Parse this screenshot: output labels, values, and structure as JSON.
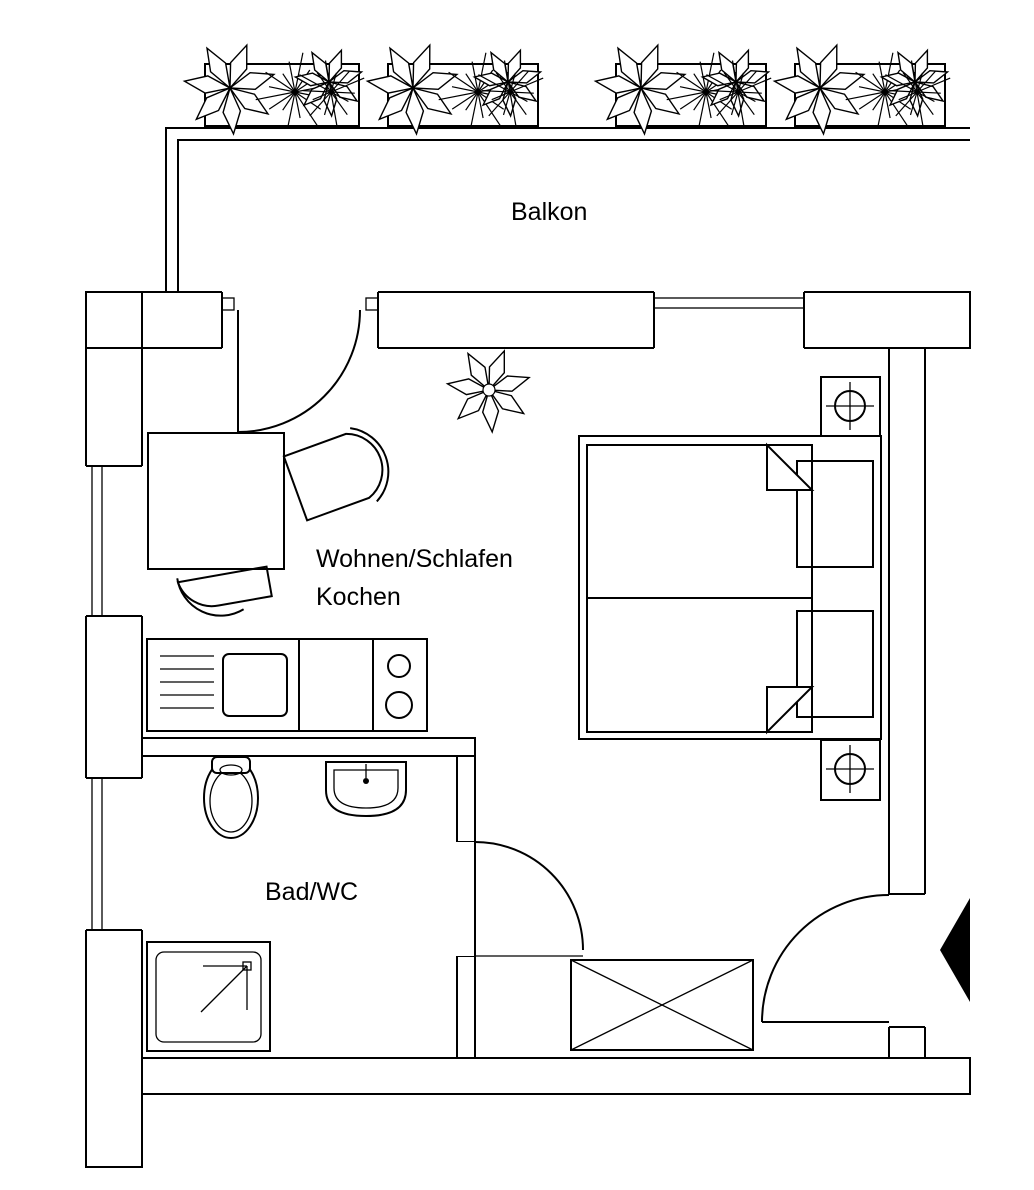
{
  "rooms": {
    "balcony": "Balkon",
    "living_line1": "Wohnen/Schlafen",
    "living_line2": "Kochen",
    "bath": "Bad/WC"
  },
  "colors": {
    "line": "#000000",
    "background": "#ffffff"
  },
  "icons": {
    "planter": "planter-icon",
    "plant": "potted-plant-icon",
    "bed": "double-bed-icon",
    "lamp": "bedside-lamp-icon",
    "table": "table-icon",
    "chair": "chair-icon",
    "kitchen": "kitchenette-icon",
    "toilet": "toilet-icon",
    "sink": "washbasin-icon",
    "shower": "shower-tray-icon",
    "wardrobe": "wardrobe-icon",
    "entrance": "entrance-arrow-icon"
  }
}
